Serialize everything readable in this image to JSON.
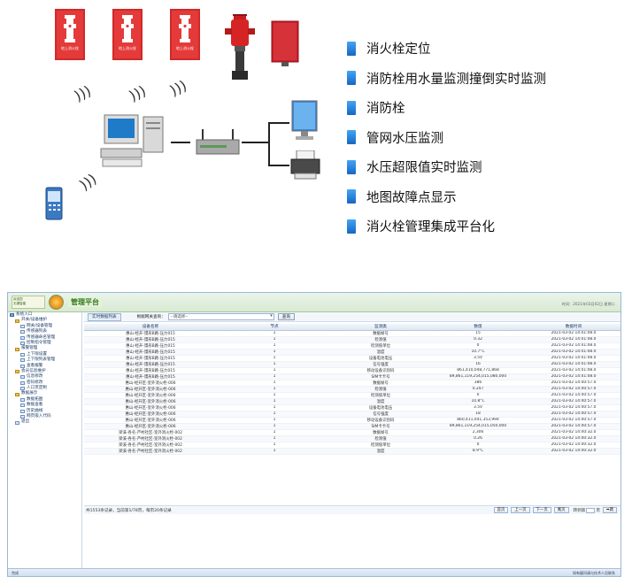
{
  "diagram": {
    "hydrant_label": "地上消火栓",
    "features": [
      "消火栓定位",
      "消防栓用水量监测撞倒实时监测",
      "消防栓",
      "管网水压监测",
      "水压超限值实时监测",
      "地图故障点显示",
      "消火栓管理集成平台化"
    ]
  },
  "app": {
    "logo_line1": "欢迎您",
    "logo_line2": "无锡智能",
    "brand": "管理平台",
    "header_right": "时间：2021年03月02日 星期二",
    "tab_label": "实时数据列表",
    "filter_label": "根据网关查询：",
    "filter_placeholder": "--请选择--",
    "search_label": "查询",
    "columns": [
      "设备名称",
      "节点",
      "监测类",
      "数值",
      "数据时间"
    ],
    "rows": [
      [
        "惠山-经开-馒形B路-压力015",
        "1",
        "数据帧号",
        "15",
        "2021-03-02 14:41:08.0"
      ],
      [
        "惠山-经开-馒形B路-压力015",
        "1",
        "检测值",
        "0.32",
        "2021-03-02 14:41:08.0"
      ],
      [
        "惠山-经开-馒形B路-压力015",
        "1",
        "检测值单位",
        "0",
        "2021-03-02 14:41:08.0"
      ],
      [
        "惠山-经开-馒形B路-压力015",
        "1",
        "温度",
        "10.7°C",
        "2021-03-02 14:41:08.0"
      ],
      [
        "惠山-经开-馒形B路-压力015",
        "1",
        "设备电池电压",
        "3.5V",
        "2021-03-02 14:41:08.0"
      ],
      [
        "惠山-经开-馒形B路-压力015",
        "1",
        "信号强度",
        "16",
        "2021-03-02 14:41:08.0"
      ],
      [
        "惠山-经开-馒形B路-压力015",
        "1",
        "移动设备识别码",
        "861,410,048,771,868",
        "2021-03-02 14:41:08.0"
      ],
      [
        "惠山-经开-馒形B路-压力015",
        "1",
        "SIM卡卡号",
        "89,861,119,254,015,080,000",
        "2021-03-02 14:41:08.0"
      ],
      [
        "惠山-经开区-室外消火栓-006",
        "1",
        "数据帧号",
        "386",
        "2021-03-02 14:40:57.0"
      ],
      [
        "惠山-经开区-室外消火栓-006",
        "1",
        "检测值",
        "0.247",
        "2021-03-02 14:40:57.0"
      ],
      [
        "惠山-经开区-室外消火栓-006",
        "1",
        "检测值单位",
        "0",
        "2021-03-02 14:40:57.0"
      ],
      [
        "惠山-经开区-室外消火栓-006",
        "1",
        "温度",
        "10.8°C",
        "2021-03-02 14:40:57.0"
      ],
      [
        "惠山-经开区-室外消火栓-006",
        "1",
        "设备电池电压",
        "3.5V",
        "2021-03-02 14:40:57.0"
      ],
      [
        "惠山-经开区-室外消火栓-006",
        "1",
        "信号强度",
        "18",
        "2021-03-02 14:40:57.0"
      ],
      [
        "惠山-经开区-室外消火栓-006",
        "1",
        "移动设备识别码",
        "860,411,041,353,994",
        "2021-03-02 14:40:57.0"
      ],
      [
        "惠山-经开区-室外消火栓-006",
        "1",
        "SIM卡卡号",
        "89,861,119,254,015,050,000",
        "2021-03-02 14:40:57.0"
      ],
      [
        "梁溪-各名-芦村社区-室外消火栓-002",
        "1",
        "数据帧号",
        "2,306",
        "2021-03-02 14:40:32.0"
      ],
      [
        "梁溪-各名-芦村社区-室外消火栓-002",
        "1",
        "检测值",
        "0.26",
        "2021-03-02 14:40:32.0"
      ],
      [
        "梁溪-各名-芦村社区-室外消火栓-002",
        "1",
        "检测值单位",
        "0",
        "2021-03-02 14:40:32.0"
      ],
      [
        "梁溪-各名-芦村社区-室外消火栓-002",
        "1",
        "温度",
        "8.9°C",
        "2021-03-02 14:40:32.0"
      ]
    ],
    "pager": {
      "summary": "共1553条记录，当前第1/78页，每页20条记录",
      "first": "首页",
      "prev": "上一页",
      "next": "下一页",
      "last": "尾页",
      "goto_label": "转到第",
      "goto_suffix": "页",
      "go": "➡跳"
    },
    "tree": [
      {
        "label": "系统入口",
        "level": 0,
        "type": "root"
      },
      {
        "label": "开关/设备维护",
        "level": 1,
        "type": "folder"
      },
      {
        "label": "网关/设备管理",
        "level": 2,
        "type": "doc"
      },
      {
        "label": "传感器列表",
        "level": 2,
        "type": "doc"
      },
      {
        "label": "传感器命名管理",
        "level": 2,
        "type": "doc"
      },
      {
        "label": "控制指令管理",
        "level": 2,
        "type": "doc"
      },
      {
        "label": "报警管理",
        "level": 1,
        "type": "folder"
      },
      {
        "label": "上下限设置",
        "level": 2,
        "type": "doc"
      },
      {
        "label": "上下限列表管理",
        "level": 2,
        "type": "doc"
      },
      {
        "label": "查看报警",
        "level": 2,
        "type": "doc"
      },
      {
        "label": "会员信息维护",
        "level": 1,
        "type": "folder"
      },
      {
        "label": "信息修改",
        "level": 2,
        "type": "doc"
      },
      {
        "label": "密码修改",
        "level": 2,
        "type": "doc"
      },
      {
        "label": "人口页定制",
        "level": 2,
        "type": "doc"
      },
      {
        "label": "数据展示",
        "level": 1,
        "type": "folder"
      },
      {
        "label": "数据拓图",
        "level": 2,
        "type": "doc"
      },
      {
        "label": "数据查看",
        "level": 2,
        "type": "doc"
      },
      {
        "label": "历史曲线",
        "level": 2,
        "type": "doc"
      },
      {
        "label": "网页嵌入代码",
        "level": 2,
        "type": "doc"
      },
      {
        "label": "退出",
        "level": 1,
        "type": "doc"
      }
    ],
    "footer_right": "如有疑问请与技术人员联系",
    "footer_left": "完成"
  },
  "colors": {
    "hydrant_red": "#e53a3a",
    "feature_bar": "#1f78d1",
    "brand_green": "#2f7a20"
  }
}
